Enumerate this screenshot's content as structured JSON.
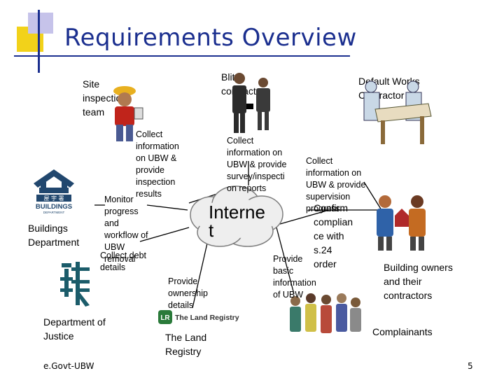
{
  "slide": {
    "title": "Requirements Overview",
    "footer": "e.Govt-UBW",
    "page_number": "5"
  },
  "hub": {
    "label_line1": "Interne",
    "label_line2": "t"
  },
  "actors": {
    "site_team": [
      "Site",
      "inspection",
      "team"
    ],
    "blitz": [
      "Blitz",
      "contractors"
    ],
    "default_works": [
      "Default Works",
      "Contractor"
    ],
    "buildings_dept": [
      "Buildings",
      "Department"
    ],
    "doj": [
      "Department of",
      "Justice"
    ],
    "land_registry": [
      "The Land",
      "Registry"
    ],
    "owners": [
      "Building owners",
      "and their",
      "contractors"
    ],
    "complainants": "Complainants"
  },
  "logos": {
    "bd_chinese": "屋 宇 署",
    "bd_english": "BUILDINGS",
    "bd_sub": "DEPARTMENT",
    "land_registry": "The Land Registry"
  },
  "flows": {
    "site_collect": [
      "Collect",
      "information",
      "on UBW &",
      "provide",
      "inspection",
      "results"
    ],
    "blitz_collect": [
      "Collect",
      "information on",
      "UBW & provide",
      "survey/inspecti",
      "on reports"
    ],
    "dwc_collect": [
      "Collect",
      "information on",
      "UBW & provide",
      "supervision",
      "progress"
    ],
    "confirm": [
      "Confirm",
      "complian",
      "ce with",
      "s.24",
      "order"
    ],
    "bd_monitor": [
      "Monitor",
      "progress",
      "and",
      "workflow of",
      "UBW",
      "removal"
    ],
    "collect_debt": [
      "Collect debt",
      "details"
    ],
    "ownership": [
      "Provide",
      "ownership",
      "details"
    ],
    "basic_info": [
      "Provide",
      "basic",
      "information",
      "of UBW"
    ]
  },
  "colors": {
    "title": "#1b2f8f",
    "bar_yellow": "#f2d21a",
    "bar_lavender": "#c6c3ea",
    "cloud": "#eeeeee"
  }
}
